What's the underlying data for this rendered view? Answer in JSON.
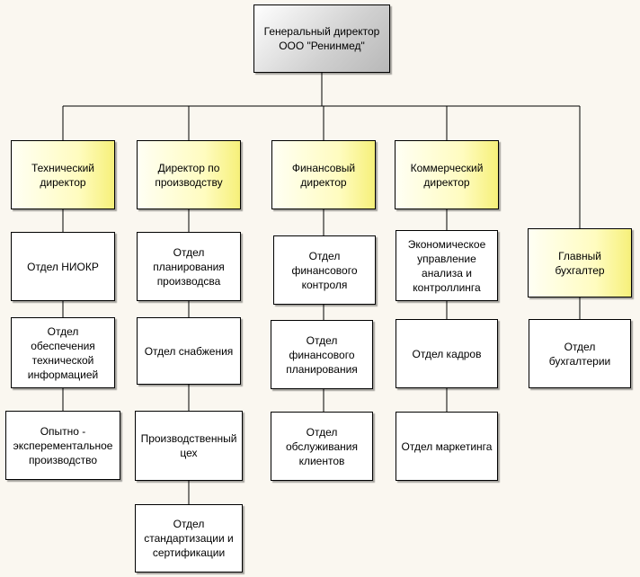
{
  "ceo": "Генеральный директор\nООО \"Ренинмед\"",
  "technical": {
    "head": "Технический\nдиректор",
    "units": [
      "Отдел НИОКР",
      "Отдел\nобеспечения\nтехнической\nинформацией",
      "Опытно -\nэксперементальное\nпроизводство"
    ]
  },
  "production": {
    "head": "Директор по\nпроизводству",
    "units": [
      "Отдел\nпланирования\nпроизводсва",
      "Отдел снабжения",
      "Производственный\nцех",
      "Отдел\nстандартизации и\nсертификации"
    ]
  },
  "finance": {
    "head": "Финансовый\nдиректор",
    "units": [
      "Отдел\nфинансового\nконтроля",
      "Отдел\nфинансового\nпланирования",
      "Отдел\nобслуживания\nклиентов"
    ]
  },
  "commercial": {
    "head": "Коммерческий\nдиректор",
    "units": [
      "Экономическое\nуправление\nанализа и\nконтроллинга",
      "Отдел кадров",
      "Отдел маркетинга"
    ]
  },
  "accounting": {
    "head": "Главный\nбухгалтер",
    "units": [
      "Отдел\nбухгалтерии"
    ]
  }
}
